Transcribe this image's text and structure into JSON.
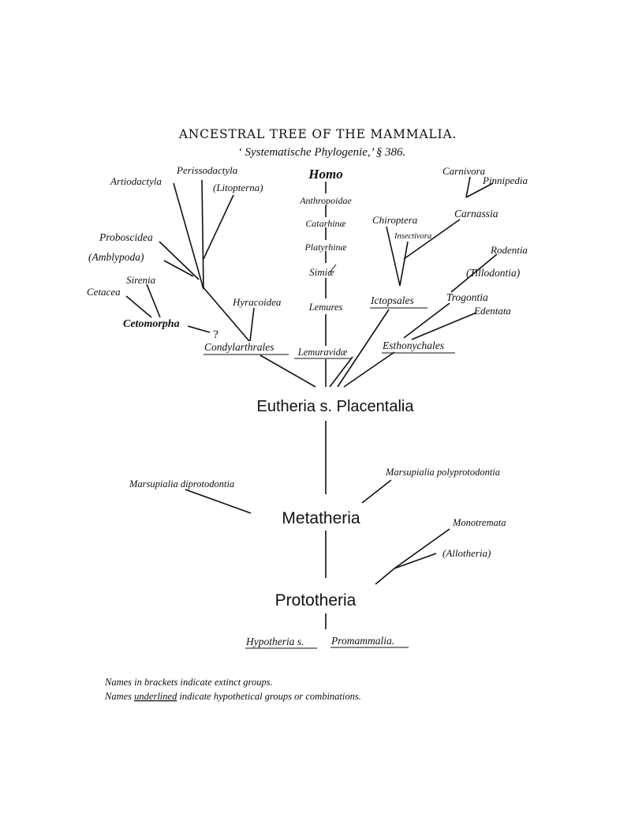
{
  "title": "ANCESTRAL TREE OF THE MAMMALIA.",
  "subtitle": "‘ Systematische Phylogenie,’ § 386.",
  "nodes": {
    "homo": "Homo",
    "anthropoidae": "Anthropoidae",
    "catarhinae": "Catarhinæ",
    "platyrhinae": "Platyrhinæ",
    "simiae": "Simiæ",
    "lemures": "Lemures",
    "lemuravidae": "Lemuravidæ",
    "artiodactyla": "Artiodactyla",
    "perissodactyla": "Perissodactyla",
    "litopterna": "(Litopterna)",
    "proboscidea": "Proboscidea",
    "amblypoda": "(Amblypoda)",
    "sirenia": "Sirenia",
    "cetacea": "Cetacea",
    "cetomorpha": "Cetomorpha",
    "query": "?",
    "hyracoidea": "Hyracoidea",
    "condylarthrales": "Condylarthrales",
    "carnivora": "Carnivora",
    "pinnipedia": "Pinnipedia",
    "carnassia": "Carnassia",
    "chiroptera": "Chiroptera",
    "insectivora": "Insectivora",
    "ictopsales": "Ictopsales",
    "rodentia": "Rodentia",
    "tillodontia": "(Tillodontia)",
    "trogontia": "Trogontia",
    "edentata": "Edentata",
    "esthonychales": "Esthonychales",
    "eutheria": "Eutheria s. Placentalia",
    "marsupialia_diprotodontia": "Marsupialia diprotodontia",
    "marsupialia_polyprotodontia": "Marsupialia polyprotodontia",
    "metatheria": "Metatheria",
    "monotremata": "Monotremata",
    "allotheria": "(Allotheria)",
    "prototheria": "Prototheria",
    "hypotheria": "Hypotheria s.",
    "promammalia": "Promammalia."
  },
  "legend": {
    "line1": "Names in brackets indicate extinct groups.",
    "line2_pre": "Names ",
    "line2_underlined": "underlined",
    "line2_post": " indicate hypothetical groups or combinations."
  }
}
